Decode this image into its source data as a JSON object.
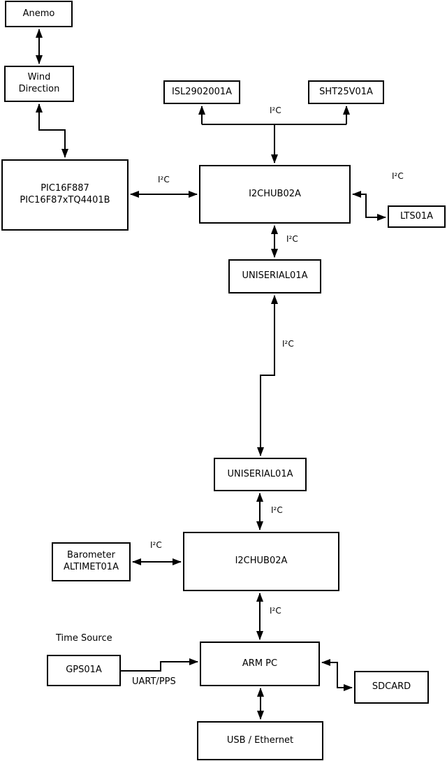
{
  "diagram": {
    "nodes": {
      "anemo": {
        "label": "Anemo"
      },
      "wind_direction": {
        "line1": "Wind",
        "line2": "Direction"
      },
      "pic": {
        "line1": "PIC16F887",
        "line2": "PIC16F87xTQ4401B"
      },
      "isl": {
        "label": "ISL2902001A"
      },
      "sht": {
        "label": "SHT25V01A"
      },
      "i2chub_top": {
        "label": "I2CHUB02A"
      },
      "lts": {
        "label": "LTS01A"
      },
      "uniserial_top": {
        "label": "UNISERIAL01A"
      },
      "uniserial_bottom": {
        "label": "UNISERIAL01A"
      },
      "i2chub_bottom": {
        "label": "I2CHUB02A"
      },
      "barometer": {
        "line1": "Barometer",
        "line2": "ALTIMET01A"
      },
      "arm_pc": {
        "label": "ARM PC"
      },
      "gps": {
        "label": "GPS01A"
      },
      "sdcard": {
        "label": "SDCARD"
      },
      "usb_ethernet": {
        "label": "USB / Ethernet"
      }
    },
    "edge_labels": {
      "i2c": "I²C",
      "uart_pps": "UART/PPS",
      "time_source": "Time Source"
    },
    "colors": {
      "line": "#000000",
      "box_fill": "#ffffff",
      "background": "#ffffff",
      "text": "#000000"
    }
  }
}
